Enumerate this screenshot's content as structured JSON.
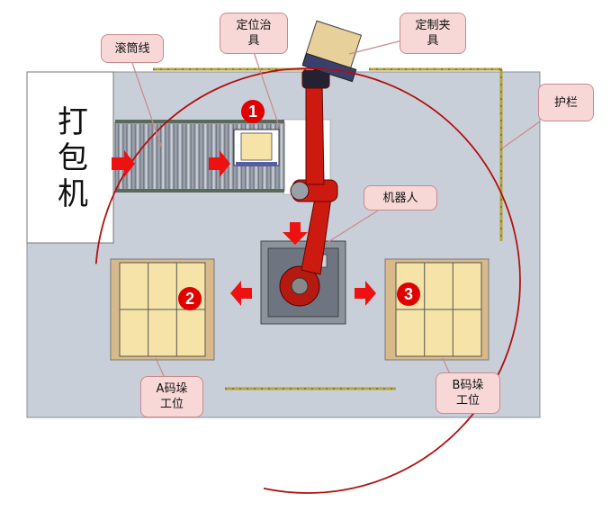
{
  "labels": {
    "conveyor": "滚筒线",
    "fixture": "定位治\n具",
    "gripper": "定制夹\n具",
    "guardrail": "护栏",
    "robot": "机器人",
    "stationA": "A码垛\n工位",
    "stationB": "B码垛\n工位",
    "packer": "打包机"
  },
  "badges": {
    "one": "1",
    "two": "2",
    "three": "3"
  },
  "colors": {
    "floor": "#c9cfd9",
    "arrow": "#ee1111",
    "robot": "#cc1a10",
    "pallet": "#f5e3a8",
    "callout_fill": "#f8d7d7",
    "guardrail": "#b5a33a",
    "work_range": "#b01010"
  }
}
